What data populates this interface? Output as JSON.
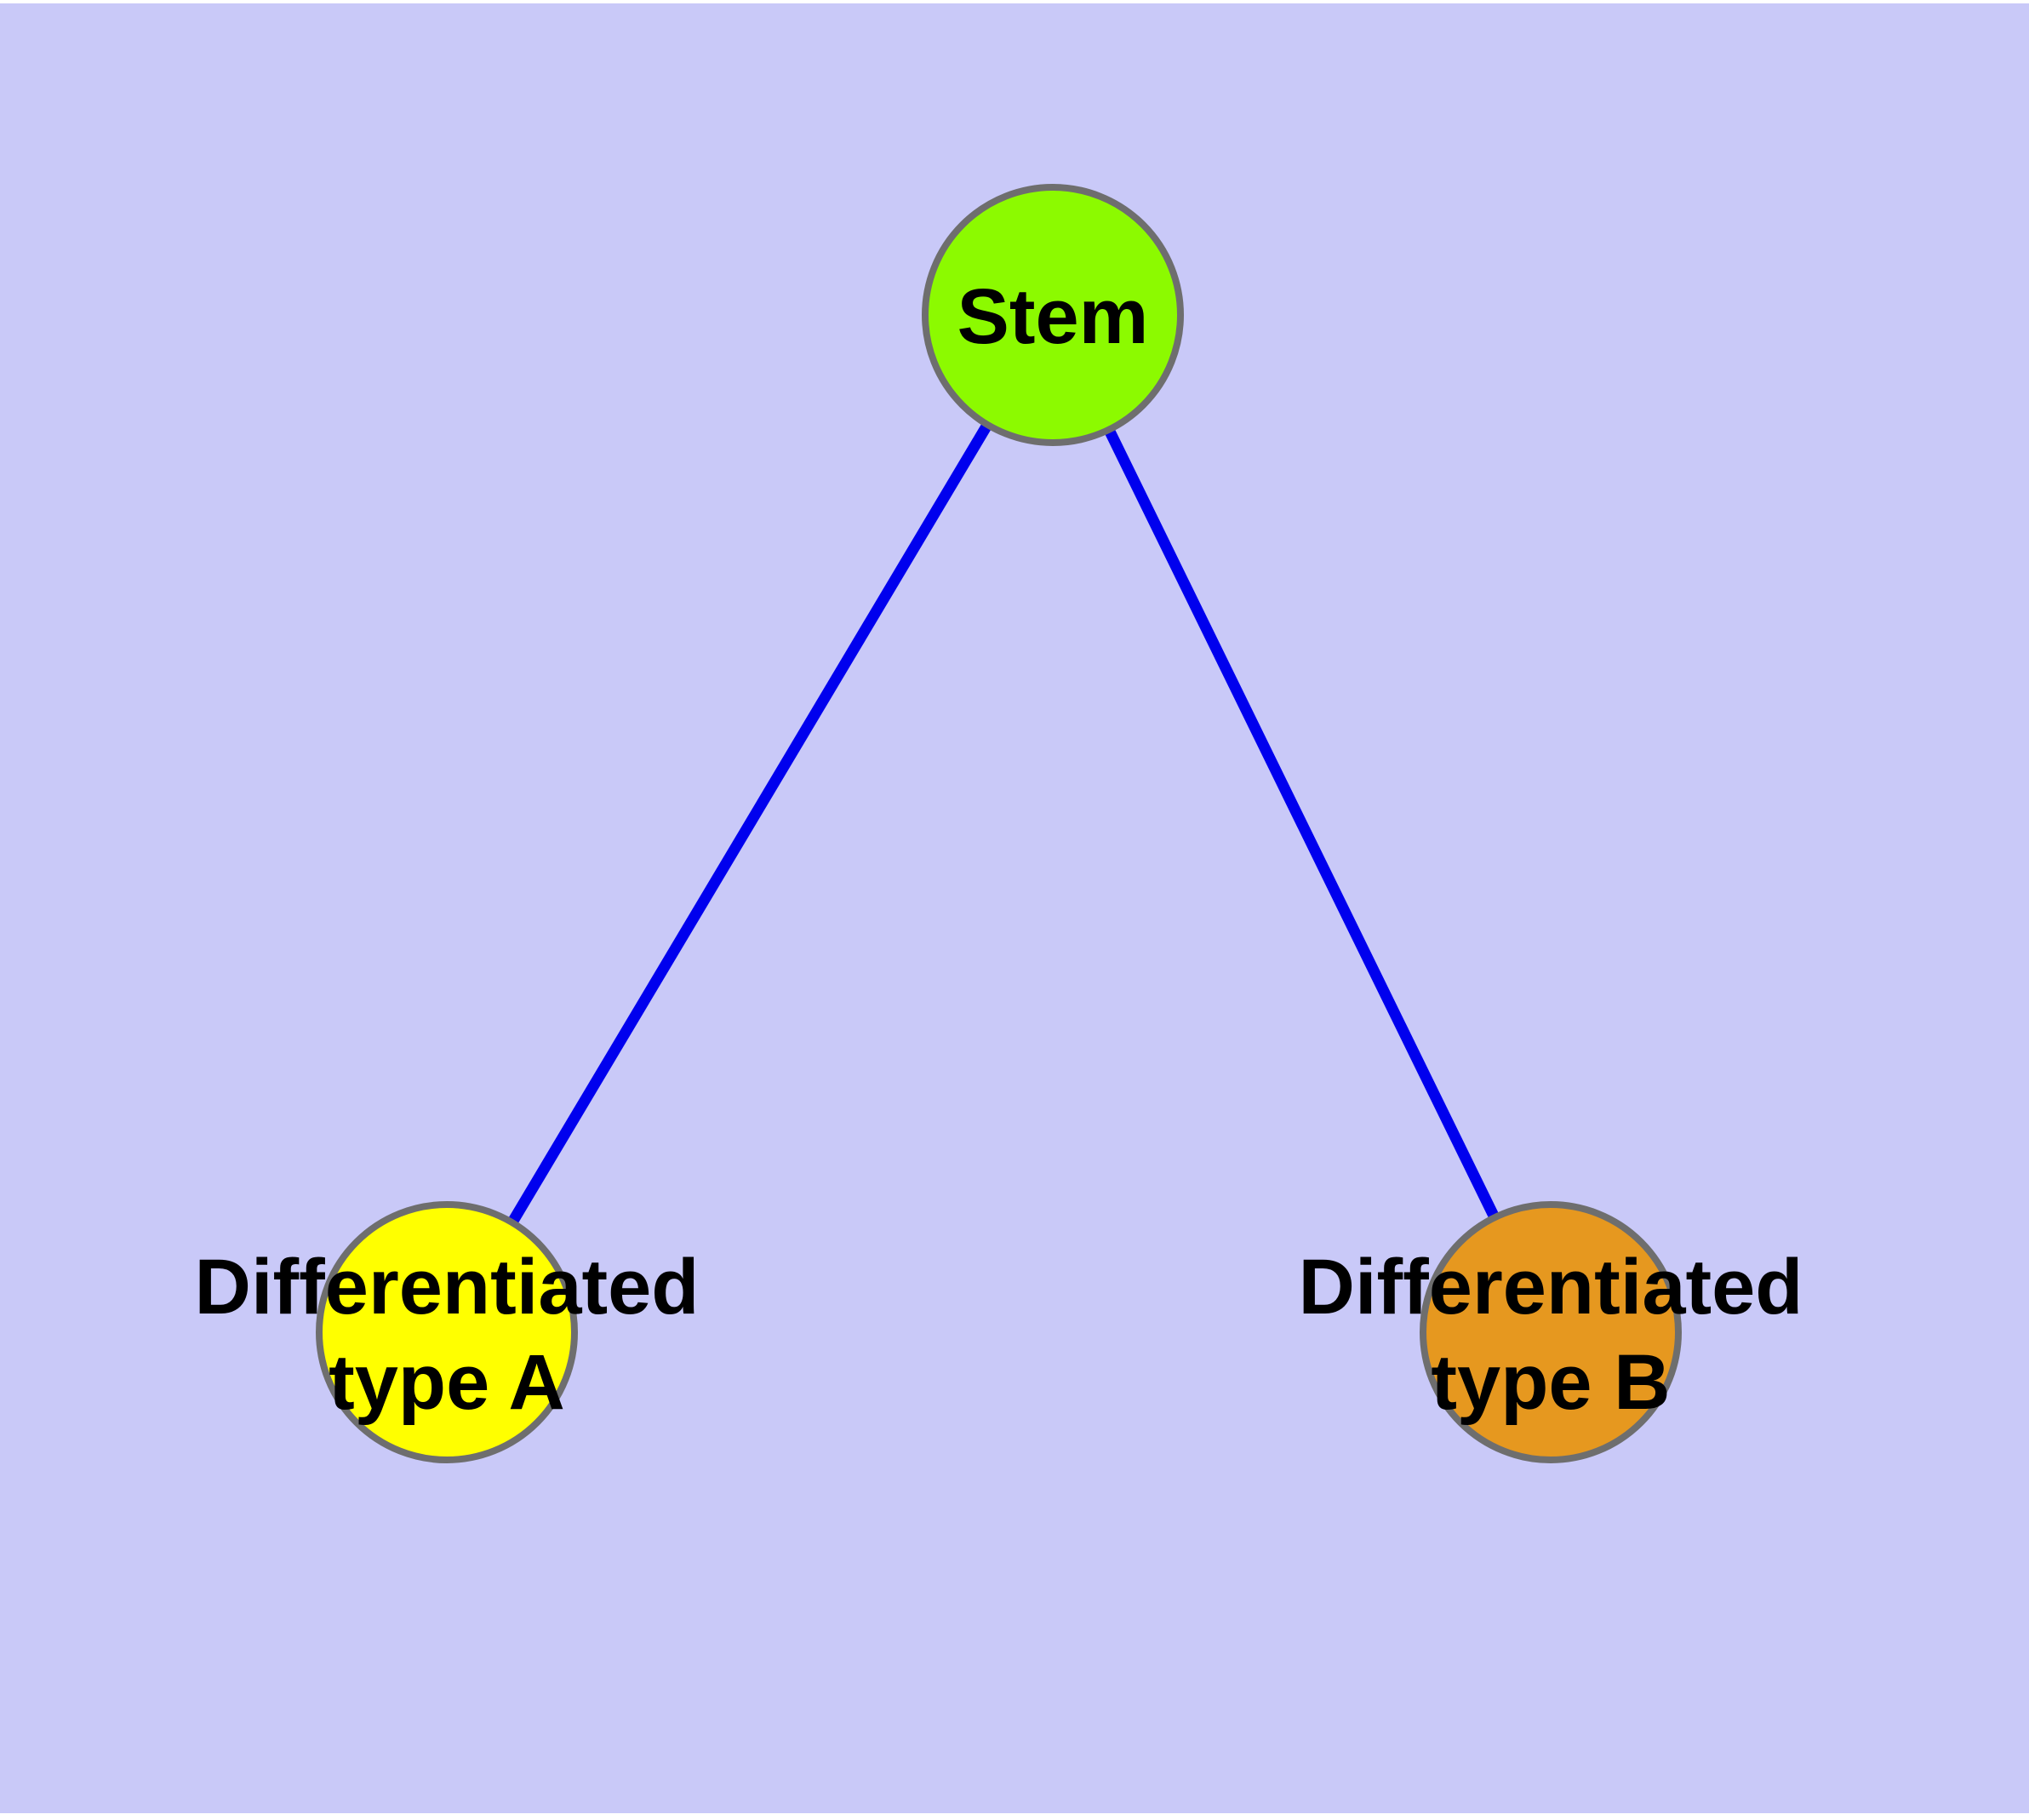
{
  "diagram": {
    "background_color": "#C9C9F8",
    "page_color": "#FFFFFF",
    "edge_color": "#0000EE",
    "node_border_color": "#6E6E6E",
    "label_color": "#000000",
    "nodes": [
      {
        "id": "stem",
        "label": "Stem",
        "label_lines": [
          "Stem"
        ],
        "fill": "#8CFA00"
      },
      {
        "id": "differentiated-type-a",
        "label": "Differentiated type A",
        "label_lines": [
          "Differentiated",
          "type A"
        ],
        "fill": "#FFFF00"
      },
      {
        "id": "differentiated-type-b",
        "label": "Differentiated type B",
        "label_lines": [
          "Differentiated",
          "type B"
        ],
        "fill": "#E6981F"
      }
    ],
    "edges": [
      {
        "from": "stem",
        "to": "differentiated-type-a"
      },
      {
        "from": "stem",
        "to": "differentiated-type-b"
      }
    ]
  }
}
